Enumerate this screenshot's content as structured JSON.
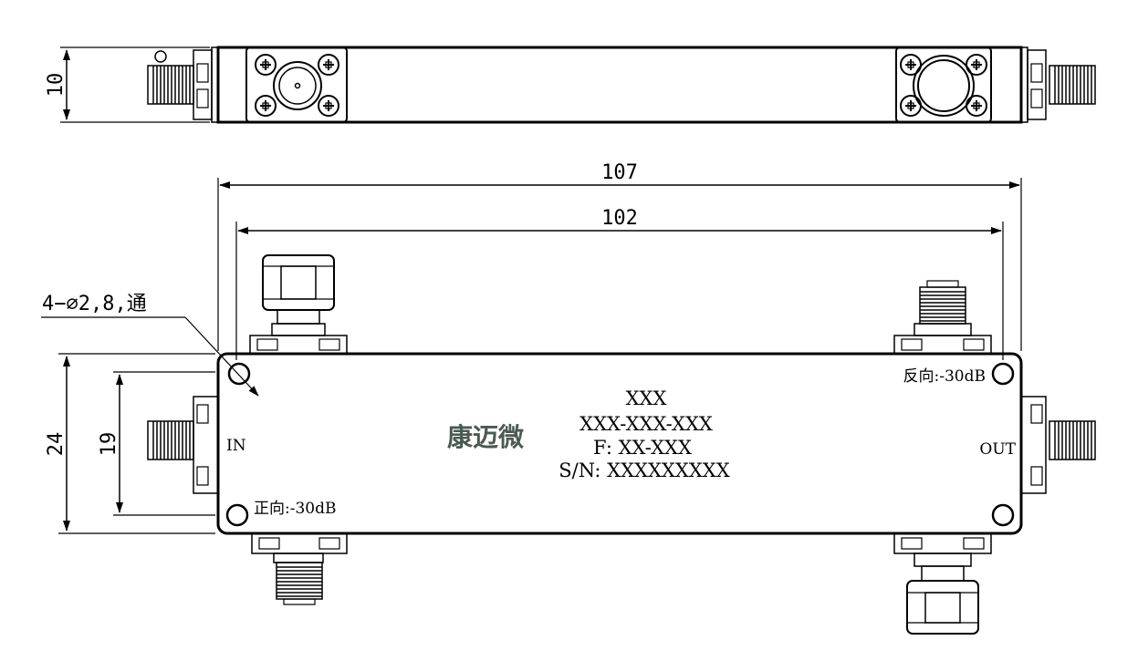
{
  "dimensions": {
    "height_top": "10",
    "total_length": "107",
    "hole_spacing": "102",
    "body_height": "24",
    "port_spacing": "19"
  },
  "hole_note": "4−⌀2,8,通",
  "ports": {
    "in_label": "IN",
    "out_label": "OUT",
    "forward_label": "正向:-30dB",
    "reverse_label": "反向:-30dB"
  },
  "brand": "康迈微",
  "nameplate": {
    "line1": "XXX",
    "line2": "XXX-XXX-XXX",
    "line3": "F: XX-XXX",
    "line4": "S/N: XXXXXXXXX"
  },
  "colors": {
    "line": "#000000",
    "brand": "#4a5a52"
  }
}
